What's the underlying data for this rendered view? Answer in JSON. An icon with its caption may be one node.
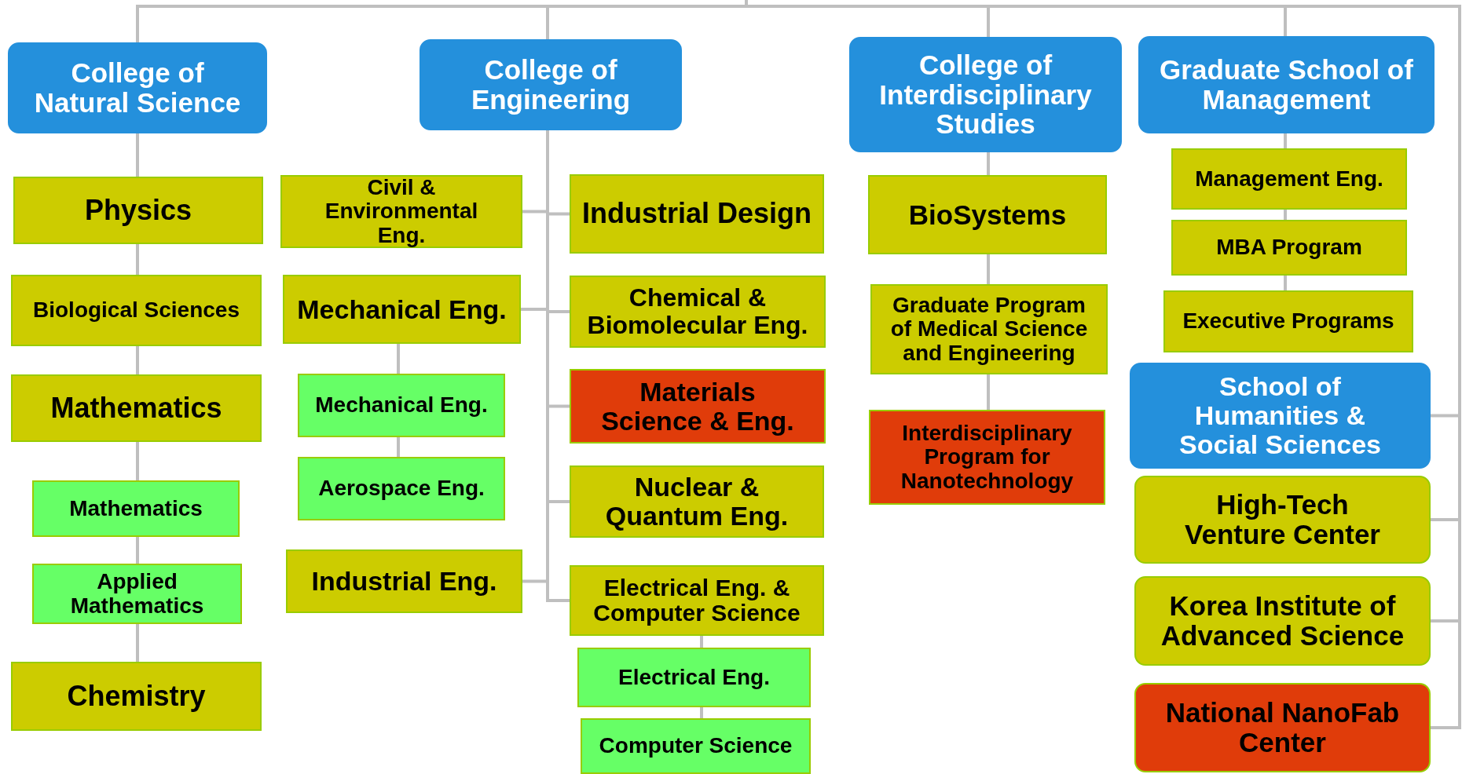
{
  "diagram": {
    "nodes": [
      {
        "text": [
          "College of Natural Science"
        ]
      },
      {
        "text": [
          "College of Engineering"
        ]
      },
      {
        "text": [
          "College of Interdisciplinary Studies"
        ]
      },
      {
        "text": [
          "Graduate School of Management"
        ]
      },
      {
        "text": [
          "Physics"
        ]
      },
      {
        "text": [
          "Biological Sciences"
        ]
      },
      {
        "text": [
          "Mathematics"
        ]
      },
      {
        "text": [
          "Mathematics"
        ]
      },
      {
        "text": [
          "Applied Mathematics"
        ]
      },
      {
        "text": [
          "Chemistry"
        ]
      },
      {
        "text": [
          "Civil & Environmental Eng."
        ]
      },
      {
        "text": [
          "Mechanical Eng."
        ]
      },
      {
        "text": [
          "Mechanical Eng."
        ]
      },
      {
        "text": [
          "Aerospace Eng."
        ]
      },
      {
        "text": [
          "Industrial Eng."
        ]
      },
      {
        "text": [
          "Industrial Design"
        ]
      },
      {
        "text": [
          "Chemical & Biomolecular Eng."
        ]
      },
      {
        "text": [
          "Materials Science & Eng."
        ]
      },
      {
        "text": [
          "Nuclear & Quantum Eng."
        ]
      },
      {
        "text": [
          "Electrical Eng. & Computer Science"
        ]
      },
      {
        "text": [
          "Electrical Eng."
        ]
      },
      {
        "text": [
          "Computer Science"
        ]
      },
      {
        "text": [
          "BioSystems"
        ]
      },
      {
        "text": [
          "Graduate Program of Medical Science and Engineering"
        ]
      },
      {
        "text": [
          "Interdisciplinary Program for Nanotechnology"
        ]
      },
      {
        "text": [
          "Management Eng."
        ]
      },
      {
        "text": [
          "MBA Program"
        ]
      },
      {
        "text": [
          "Executive Programs"
        ]
      },
      {
        "text": [
          "School of Humanities & Social Sciences"
        ]
      },
      {
        "text": [
          "High-Tech Venture Center"
        ]
      },
      {
        "text": [
          "Korea Institute of Advanced Science"
        ]
      },
      {
        "text": [
          "National NanoFab Center"
        ]
      }
    ],
    "edges": [
      {
        "from": null,
        "to": 0,
        "arrow": "none"
      },
      {
        "from": null,
        "to": 1,
        "arrow": "none"
      },
      {
        "from": null,
        "to": 2,
        "arrow": "none"
      },
      {
        "from": null,
        "to": 3,
        "arrow": "none"
      },
      {
        "from": null,
        "to": 28,
        "arrow": "none"
      },
      {
        "from": null,
        "to": 29,
        "arrow": "none"
      },
      {
        "from": null,
        "to": 30,
        "arrow": "none"
      },
      {
        "from": null,
        "to": 31,
        "arrow": "none"
      },
      {
        "from": 0,
        "to": 4,
        "arrow": "none"
      },
      {
        "from": 4,
        "to": 5,
        "arrow": "none"
      },
      {
        "from": 5,
        "to": 6,
        "arrow": "none"
      },
      {
        "from": 6,
        "to": 7,
        "arrow": "none"
      },
      {
        "from": 7,
        "to": 8,
        "arrow": "none"
      },
      {
        "from": 8,
        "to": 9,
        "arrow": "none"
      },
      {
        "from": 1,
        "to": 10,
        "arrow": "none"
      },
      {
        "from": 1,
        "to": 11,
        "arrow": "none"
      },
      {
        "from": 1,
        "to": 14,
        "arrow": "none"
      },
      {
        "from": 1,
        "to": 15,
        "arrow": "none"
      },
      {
        "from": 1,
        "to": 16,
        "arrow": "none"
      },
      {
        "from": 1,
        "to": 17,
        "arrow": "none"
      },
      {
        "from": 1,
        "to": 18,
        "arrow": "none"
      },
      {
        "from": 1,
        "to": 19,
        "arrow": "none"
      },
      {
        "from": 11,
        "to": 12,
        "arrow": "none"
      },
      {
        "from": 12,
        "to": 13,
        "arrow": "none"
      },
      {
        "from": 19,
        "to": 20,
        "arrow": "none"
      },
      {
        "from": 20,
        "to": 21,
        "arrow": "none"
      },
      {
        "from": 2,
        "to": 22,
        "arrow": "none"
      },
      {
        "from": 22,
        "to": 23,
        "arrow": "none"
      },
      {
        "from": 23,
        "to": 24,
        "arrow": "none"
      },
      {
        "from": 3,
        "to": 25,
        "arrow": "none"
      },
      {
        "from": 25,
        "to": 26,
        "arrow": "none"
      },
      {
        "from": 26,
        "to": 27,
        "arrow": "none"
      }
    ]
  }
}
